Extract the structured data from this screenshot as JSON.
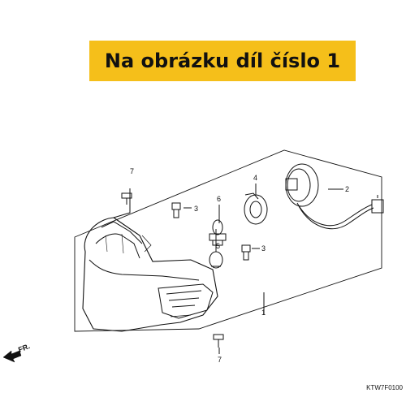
{
  "banner": {
    "text": "Na obrázku díl číslo 1",
    "background": "#f5bf1a"
  },
  "callouts": {
    "part1": "1",
    "part2": "2",
    "part3a": "3",
    "part3b": "3",
    "part4": "4",
    "part5": "5",
    "part6": "6",
    "part7a": "7",
    "part7b": "7"
  },
  "front_marker": "FR.",
  "diagram_code": "KTW7F0100"
}
